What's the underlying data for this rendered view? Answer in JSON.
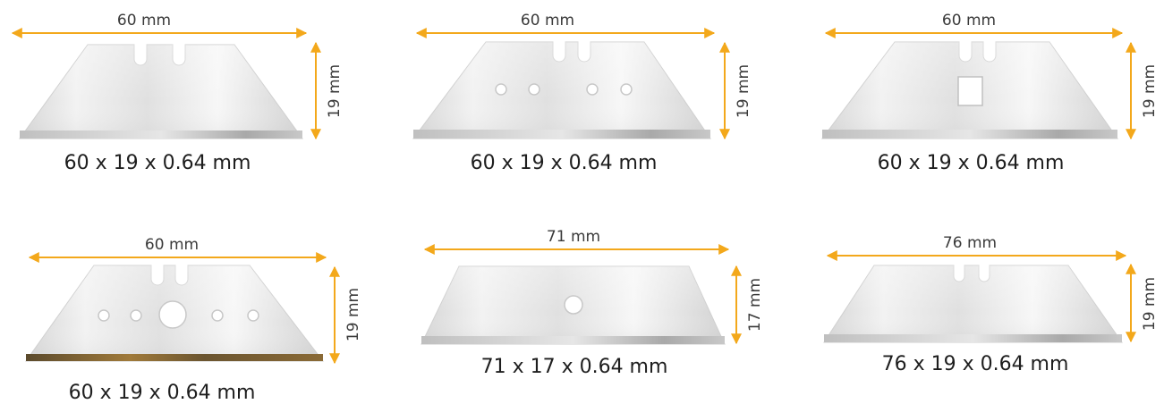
{
  "colors": {
    "arrow": "#f3a81b",
    "edge": "#c9c9c9",
    "tin_edge": "#7a5a2a",
    "text": "#1e1e1e"
  },
  "blades": [
    {
      "width_label": "60 mm",
      "height_label": "19 mm",
      "caption": "60 x 19 x 0.64 mm"
    },
    {
      "width_label": "60 mm",
      "height_label": "19 mm",
      "caption": "60 x 19 x 0.64 mm"
    },
    {
      "width_label": "60 mm",
      "height_label": "19 mm",
      "caption": "60 x 19 x 0.64 mm"
    },
    {
      "width_label": "60 mm",
      "height_label": "19 mm",
      "caption": "60 x 19 x 0.64 mm"
    },
    {
      "width_label": "71 mm",
      "height_label": "17 mm",
      "caption": "71 x 17 x 0.64 mm"
    },
    {
      "width_label": "76 mm",
      "height_label": "19 mm",
      "caption": "76 x 19 x 0.64 mm"
    }
  ]
}
